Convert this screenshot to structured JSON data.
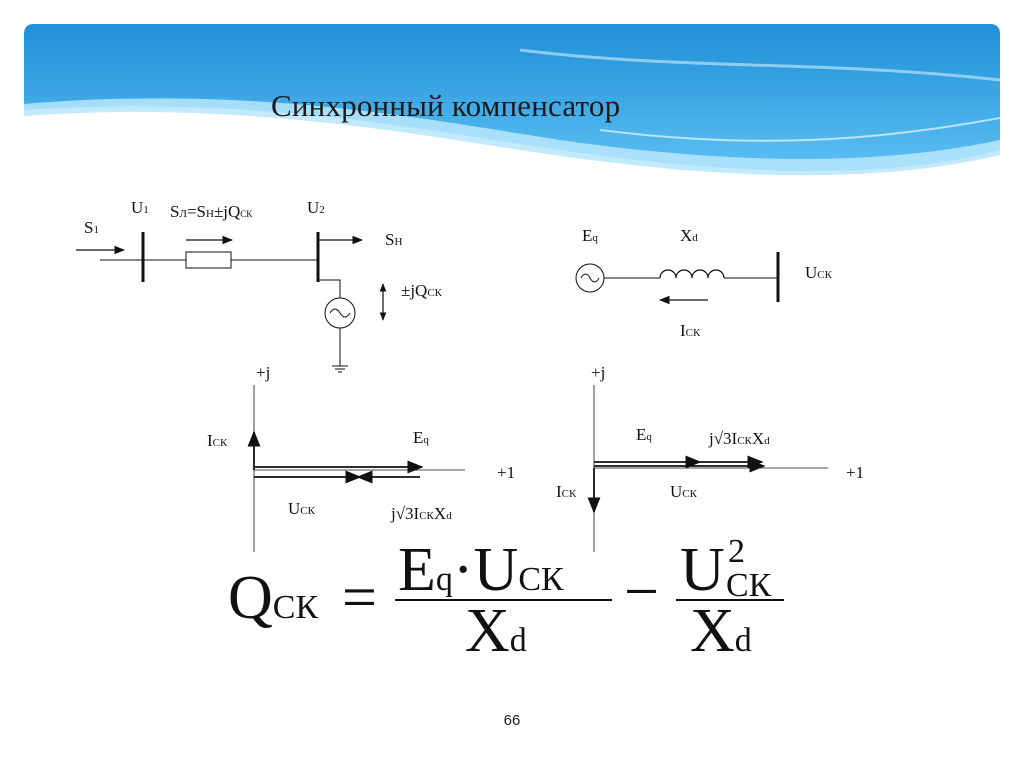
{
  "slide": {
    "title": "Синхронный компенсатор",
    "page_number": "66",
    "banner_color": "#2ea3e6",
    "banner_light": "#8fd3f7"
  },
  "network_diagram": {
    "s1": "S",
    "s1_sub": "1",
    "u1": "U",
    "u1_sub": "1",
    "line_power": "S",
    "line_power_sub1": "Л",
    "line_power_mid": "=S",
    "line_power_sub2": "Н",
    "line_power_pm": "±jQ",
    "line_power_sub3": "СК",
    "u2": "U",
    "u2_sub": "2",
    "load": "S",
    "load_sub": "Н",
    "comp": "±jQ",
    "comp_sub": "СК"
  },
  "equivalent_circuit": {
    "eq": "E",
    "eq_sub": "q",
    "xd": "X",
    "xd_sub": "d",
    "uck": "U",
    "uck_sub": "СК",
    "ick": "I",
    "ick_sub": "СК"
  },
  "phasor_left": {
    "plus_j": "+j",
    "plus_1": "+1",
    "ick": "I",
    "ick_sub": "СК",
    "eq": "E",
    "eq_sub": "q",
    "uck": "U",
    "uck_sub": "СК",
    "drop_pre": "j√3I",
    "drop_sub1": "СК",
    "drop_x": "X",
    "drop_sub2": "d"
  },
  "phasor_right": {
    "plus_j": "+j",
    "plus_1": "+1",
    "ick": "I",
    "ick_sub": "СК",
    "eq": "E",
    "eq_sub": "q",
    "uck": "U",
    "uck_sub": "СК",
    "drop_pre": "j√3I",
    "drop_sub1": "СК",
    "drop_x": "X",
    "drop_sub2": "d"
  },
  "formula": {
    "lhs": "Q",
    "lhs_sub": "СК",
    "equals": "=",
    "n1_e": "E",
    "n1_e_sub": "q",
    "dot": "·",
    "n1_u": "U",
    "n1_u_sub": "СК",
    "d1": "X",
    "d1_sub": "d",
    "minus": "−",
    "n2_u": "U",
    "n2_u_sub": "СК",
    "n2_sup": "2",
    "d2": "X",
    "d2_sub": "d"
  }
}
